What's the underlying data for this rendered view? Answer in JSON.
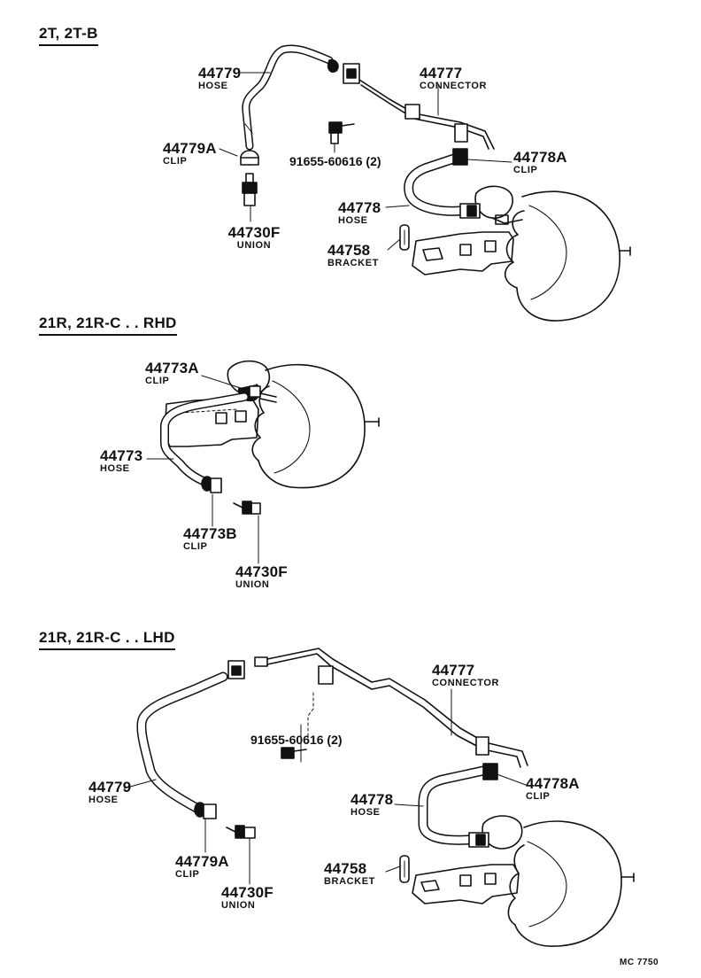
{
  "sections": [
    {
      "title": "2T, 2T-B",
      "labels": [
        {
          "num": "44779",
          "name": "HOSE"
        },
        {
          "num": "44777",
          "name": "CONNECTOR"
        },
        {
          "num": "44779A",
          "name": "CLIP"
        },
        {
          "part": "91655-60616 (2)"
        },
        {
          "num": "44778A",
          "name": "CLIP"
        },
        {
          "num": "44778",
          "name": "HOSE"
        },
        {
          "num": "44730F",
          "name": "UNION"
        },
        {
          "num": "44758",
          "name": "BRACKET"
        }
      ]
    },
    {
      "title": "21R, 21R-C . . RHD",
      "labels": [
        {
          "num": "44773A",
          "name": "CLIP"
        },
        {
          "num": "44773",
          "name": "HOSE"
        },
        {
          "num": "44773B",
          "name": "CLIP"
        },
        {
          "num": "44730F",
          "name": "UNION"
        }
      ]
    },
    {
      "title": "21R, 21R-C . . LHD",
      "labels": [
        {
          "num": "44777",
          "name": "CONNECTOR"
        },
        {
          "part": "91655-60616 (2)"
        },
        {
          "num": "44779",
          "name": "HOSE"
        },
        {
          "num": "44778",
          "name": "HOSE"
        },
        {
          "num": "44778A",
          "name": "CLIP"
        },
        {
          "num": "44779A",
          "name": "CLIP"
        },
        {
          "num": "44730F",
          "name": "UNION"
        },
        {
          "num": "44758",
          "name": "BRACKET"
        }
      ]
    }
  ],
  "footer_code": "MC 7750"
}
